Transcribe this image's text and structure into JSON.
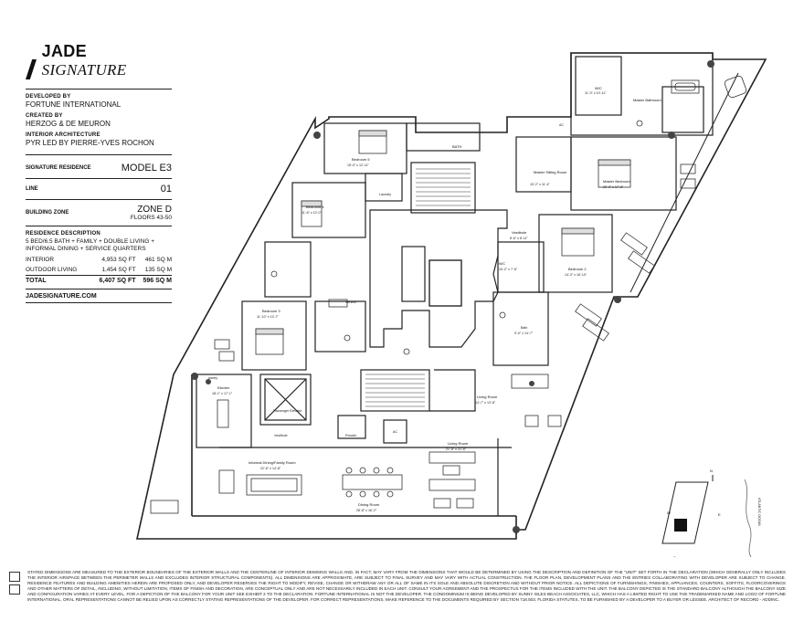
{
  "brand": {
    "jade": "JADE",
    "signature": "SIGNATURE"
  },
  "info": {
    "developed_by_label": "DEVELOPED BY",
    "developed_by": "FORTUNE INTERNATIONAL",
    "created_by_label": "CREATED BY",
    "created_by": "HERZOG & DE MEURON",
    "interior_label": "INTERIOR ARCHITECTURE",
    "interior": "PYR LED BY PIERRE-YVES ROCHON",
    "residence_label": "SIGNATURE RESIDENCE",
    "residence": "MODEL E3",
    "line_label": "LINE",
    "line": "01",
    "zone_label": "BUILDING ZONE",
    "zone": "ZONE D",
    "floors": "FLOORS 43-50",
    "description_label": "RESIDENCE DESCRIPTION",
    "description": "5 BED/6.5 BATH + FAMILY + DOUBLE LIVING + INFORMAL DINING + SERVICE QUARTERS",
    "areas": [
      {
        "name": "INTERIOR",
        "sqft": "4,953 SQ FT",
        "sqm": "461 SQ M"
      },
      {
        "name": "OUTDOOR LIVING",
        "sqft": "1,454 SQ FT",
        "sqm": "135 SQ M"
      }
    ],
    "total": {
      "name": "TOTAL",
      "sqft": "6,407 SQ FT",
      "sqm": "596 SQ M"
    },
    "website": "JADESIGNATURE.COM"
  },
  "rooms": {
    "wic": "W/C",
    "wic_dim": "11'-0\" x 10'-11\"",
    "master_bath": "Master Bathroom",
    "master_sitting": "Master Sitting Room",
    "master_sitting_dim": "15'-2\" x 11'-4\"",
    "master_bedroom": "Master Bedroom",
    "master_bedroom_dim": "20'-0\" x 17'-8\"",
    "bath": "BATH",
    "bedroom5": "Bedroom 5",
    "bedroom5_dim": "15'-0\" x 12'-11\"",
    "bedroom4": "Bedroom 4",
    "bedroom4_dim": "11'-6\" x 12'-0\"",
    "laundry": "Laundry",
    "vestibule": "Vestibule",
    "vestibule_dim": "8'-6\" x 8'-11\"",
    "bedroom2": "Bedroom 2",
    "bedroom2_dim": "14'-3\" x 16'-10\"",
    "wc2": "W/C",
    "wc2_dim": "10'-2\" x 7'-6\"",
    "bedroom3": "Bedroom 3",
    "bedroom3_dim": "11'-10\" x 13'-7\"",
    "service": "Service",
    "bath2": "Bath",
    "bath2_dim": "9'-0\" x 14'-7\"",
    "kitchen": "Kitchen",
    "kitchen_dim": "18'-1\" x 17'-1\"",
    "passenger_elevator": "Passenger Elevator",
    "vestibule2": "Vestibule",
    "living_room": "Living Room",
    "living_room_dim": "14'-7\" x 13'-8\"",
    "living_room2": "Living Room",
    "living_room2_dim": "21'-8\" x 21'-6\"",
    "informal_dining": "Informal Dining/Family Room",
    "informal_dining_dim": "22'-6\" x 14'-8\"",
    "dining_room": "Dining Room",
    "dining_room_dim": "28'-8\" x 16'-2\"",
    "powder": "Powder",
    "ac": "AC",
    "pantry": "pantry"
  },
  "compass": {
    "n": "N",
    "s": "S",
    "e": "E",
    "w": "W",
    "ocean": "ATLANTIC OCEAN"
  },
  "disclaimer": "Stated dimensions are measured to the exterior boundaries of the exterior walls and the centerline of interior demising walls and, in fact, may vary from the dimensions that would be determined by using the description and definition of the \"unit\" set forth in the declaration (which generally only includes the interior airspace between the perimeter walls and excludes interior structural components). All dimensions are approximate, are subject to final survey and may vary with actual construction. The floor plan, development plans and the entries collaborating with developer are subject to change. Residence features and building amenities herein are proposed only, and developer reserves the right to modify, revise, change or withdraw any or all of same in its sole and absolute discretion and without prior notice. All depictions of furnishings, finishes, appliances, counters, soffits, floorcoverings and other matters of detail, including, without limitation, items of finish and decoration, are conceptual only and are not necessarily included in each unit. Consult your agreement and the prospectus for the items included with the unit. The balcony depicted is the standard balcony although the balcony size and configuration varies at every level. For a depiction of the balcony for your unit see Exhibit 2 to the declaration. Fortune International is not the developer. The condominium is being developed by Sunny Isles Beach Associates, LLC, which has a limited right to use the trademarked name and logo of Fortune International. Oral representations cannot be relied upon as correctly stating representations of the developer. For correct representations, make reference to the documents required by Section 718.503, Florida Statutes, to be furnished by a developer to a buyer or lessee. Architect of record - Addinc."
}
